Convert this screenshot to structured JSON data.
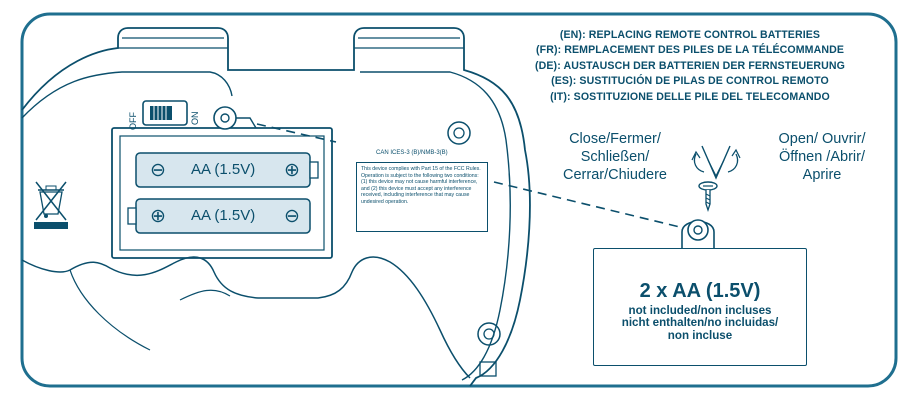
{
  "header_lines": [
    "(EN): REPLACING REMOTE CONTROL BATTERIES",
    "(FR): REMPLACEMENT DES PILES DE LA TÉLÉCOMMANDE",
    "(DE): AUSTAUSCH DER BATTERIEN DER FERNSTEUERUNG",
    "(ES): SUSTITUCIÓN DE PILAS DE CONTROL REMOTO",
    "(IT): SOSTITUZIONE DELLE PILE DEL TELECOMANDO"
  ],
  "close_label": [
    "Close/Fermer/",
    "Schließen/",
    "Cerrar/Chiudere"
  ],
  "open_label": [
    "Open/ Ouvrir/",
    "Öffnen /Abrir/",
    "Aprire"
  ],
  "battery_box": {
    "main": "2 x AA (1.5V)",
    "sub": [
      "not included/non incluses",
      "nicht enthalten/no incluidas/",
      "non incluse"
    ]
  },
  "batteries": [
    {
      "label": "AA (1.5V)",
      "left_symbol": "⊖",
      "right_symbol": "⊕"
    },
    {
      "label": "AA (1.5V)",
      "left_symbol": "⊕",
      "right_symbol": "⊖"
    }
  ],
  "switch": {
    "off_label": "OFF",
    "on_label": "ON"
  },
  "fcc_id": "CAN ICES-3 (B)/NMB-3(B)",
  "fcc_text": "This device complies with Part 15 of the FCC Rules. Operation is subject to the following two conditions: (1) this device may not cause harmful interference, and (2) this device must accept any interference received, including interference that may cause undesired operation.",
  "colors": {
    "ink": "#0b4f6c",
    "frame": "#1f6f8f",
    "battery_fill": "#d7e6ee"
  },
  "icons": [
    "crossed-out-wheelie-bin-icon",
    "screw-icon",
    "screwdriver-rotation-icon"
  ]
}
